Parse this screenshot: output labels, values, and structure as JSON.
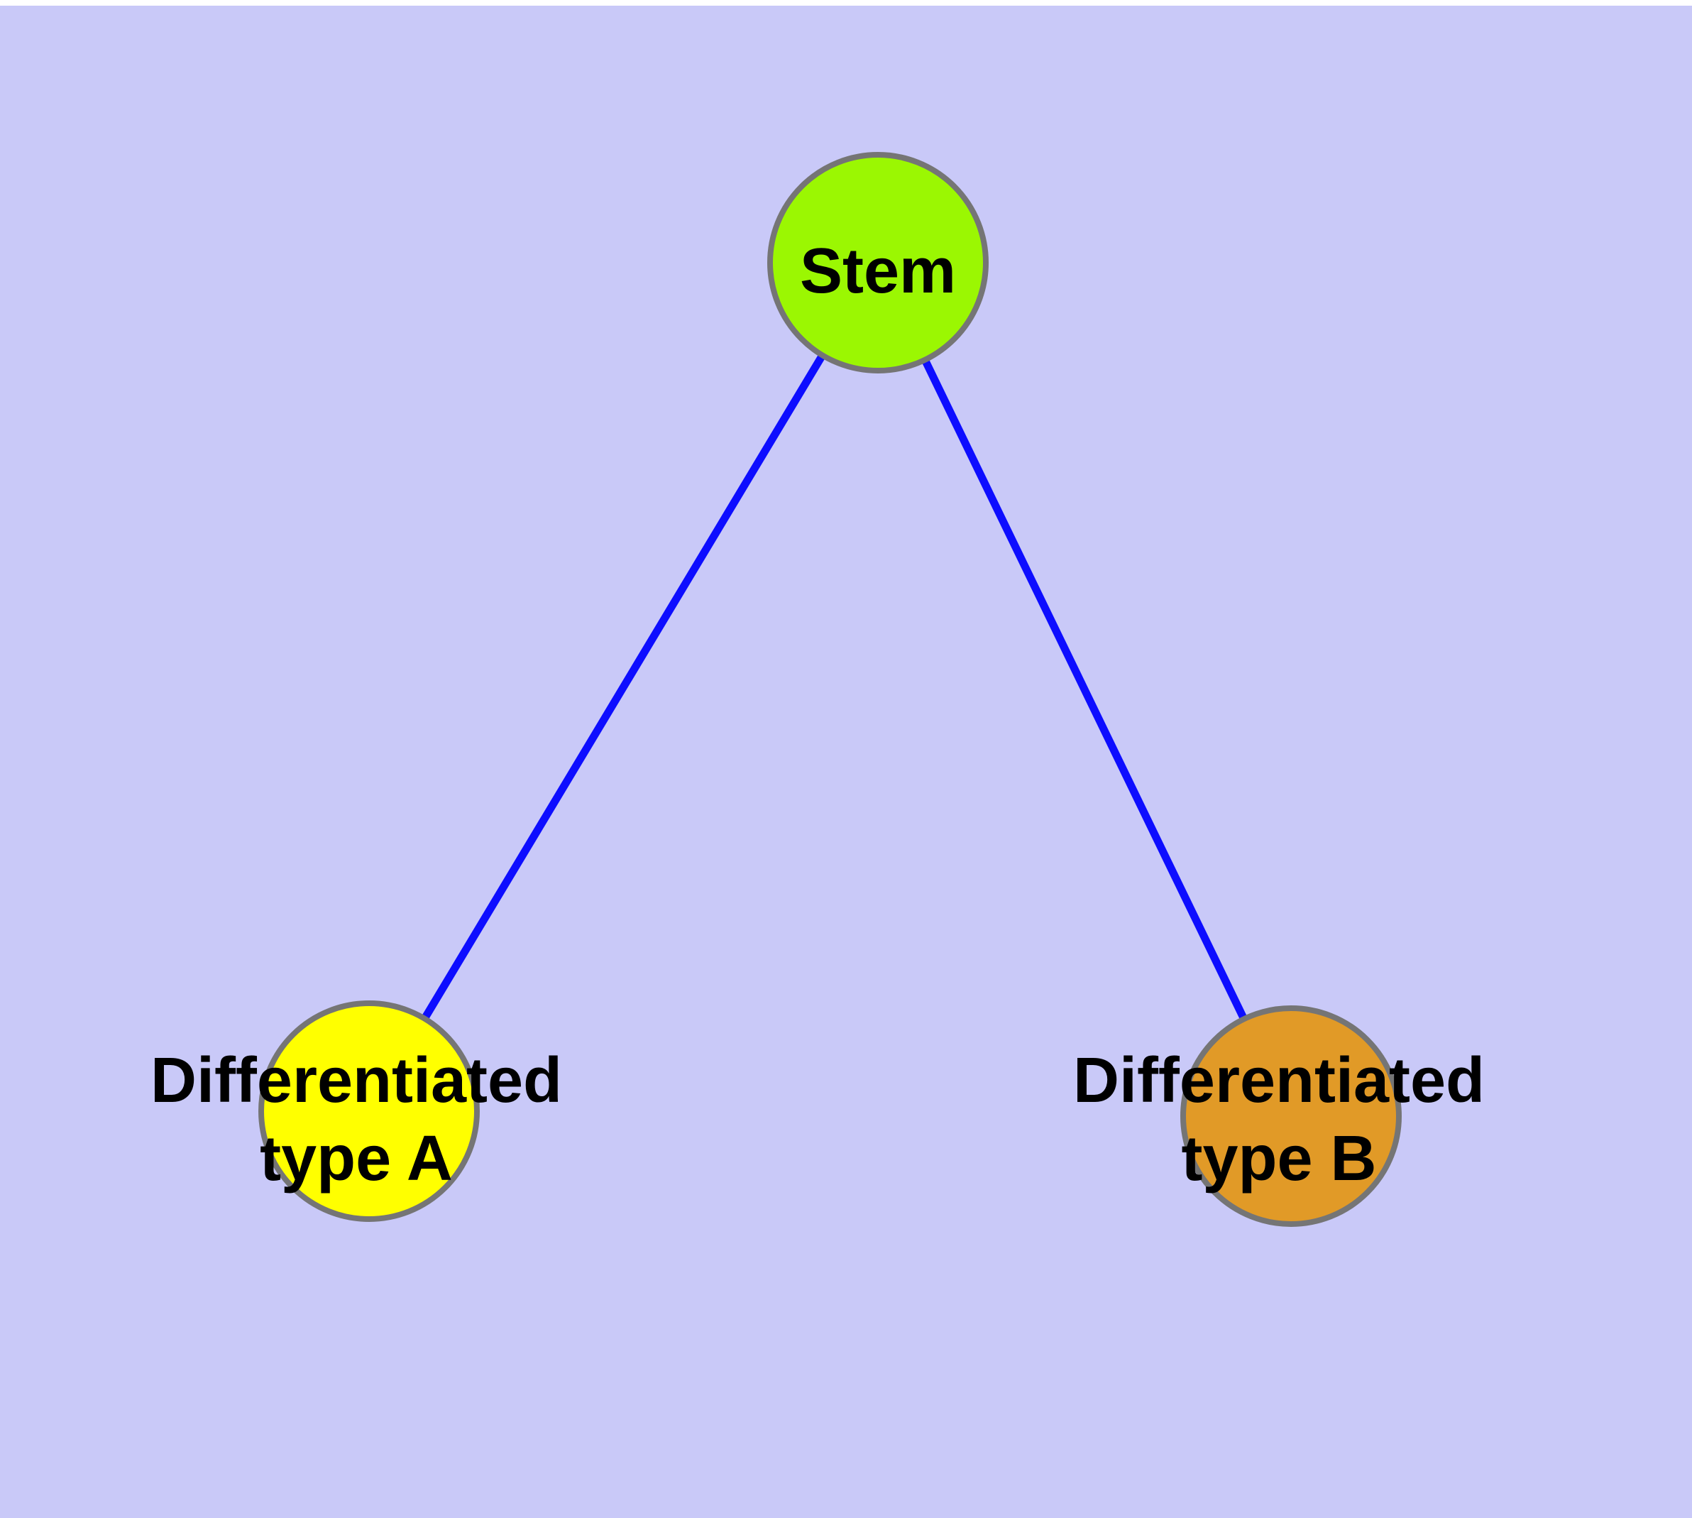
{
  "diagram": {
    "type": "node-link-graph",
    "background_color": "#C9C9F8",
    "top_strip_color": "#FFFFFF",
    "edge_color": "#0D0DFF",
    "node_border_color": "#757575",
    "label_color": "#000000",
    "nodes": [
      {
        "id": "stem",
        "label": "Stem",
        "fill": "#9BF702"
      },
      {
        "id": "differentiated-type-a",
        "label_line1": "Differentiated",
        "label_line2": "type A",
        "fill": "#FFFF00"
      },
      {
        "id": "differentiated-type-b",
        "label_line1": "Differentiated",
        "label_line2": "type B",
        "fill": "#E19A27"
      }
    ],
    "edges": [
      {
        "from": "Stem",
        "to": "Differentiated type A"
      },
      {
        "from": "Stem",
        "to": "Differentiated type B"
      }
    ]
  }
}
